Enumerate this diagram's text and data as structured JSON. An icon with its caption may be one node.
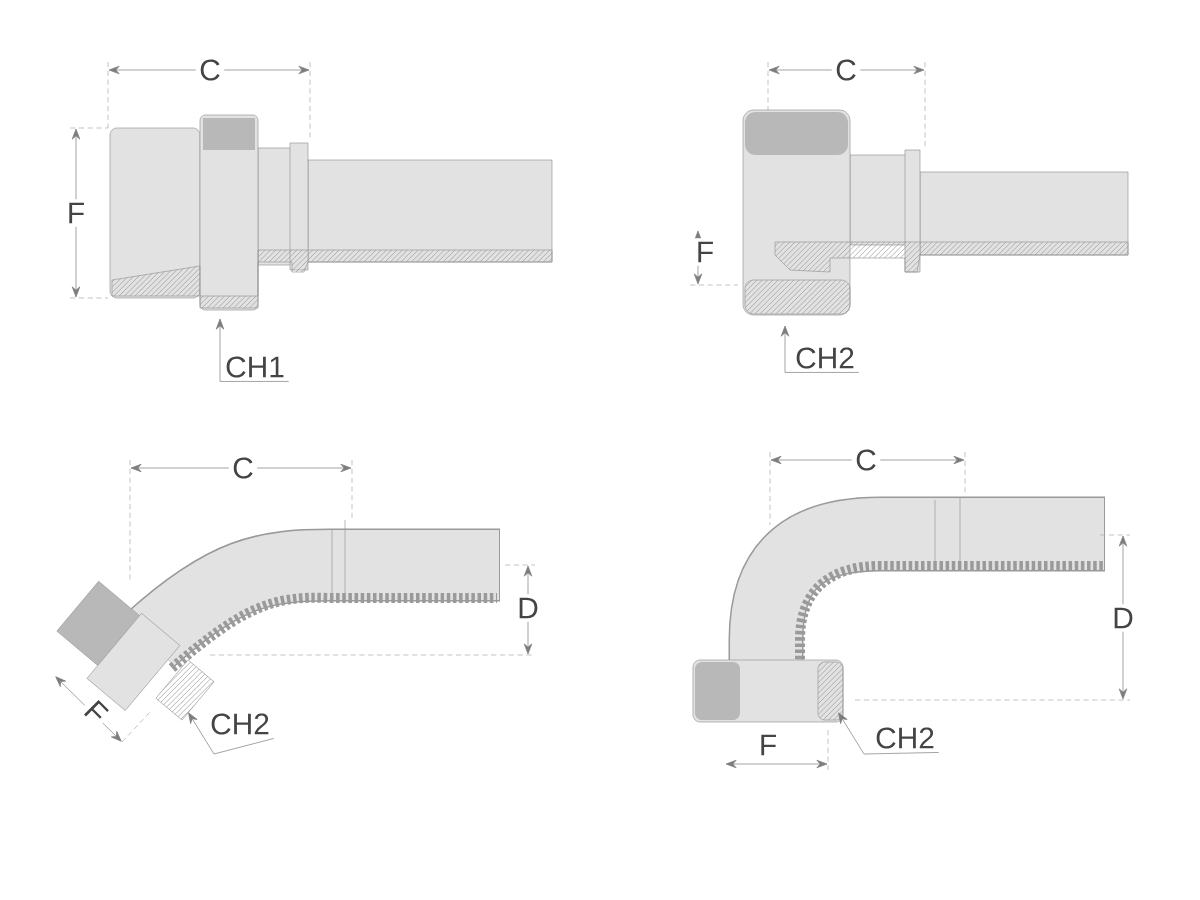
{
  "diagram": {
    "nodes": [
      {
        "text": [
          "CH1"
        ]
      },
      {
        "text": [
          "CH2"
        ]
      },
      {
        "text": [
          "CH2"
        ]
      },
      {
        "text": [
          "CH2"
        ]
      }
    ],
    "edges": [
      {
        "from": 0,
        "to": null,
        "arrow": "to"
      },
      {
        "from": 1,
        "to": null,
        "arrow": "to"
      },
      {
        "from": 2,
        "to": null,
        "arrow": "to"
      },
      {
        "from": 3,
        "to": null,
        "arrow": "to"
      }
    ],
    "labels": [
      "C",
      "F",
      "C",
      "F",
      "C",
      "D",
      "F",
      "C",
      "D",
      "F"
    ]
  }
}
